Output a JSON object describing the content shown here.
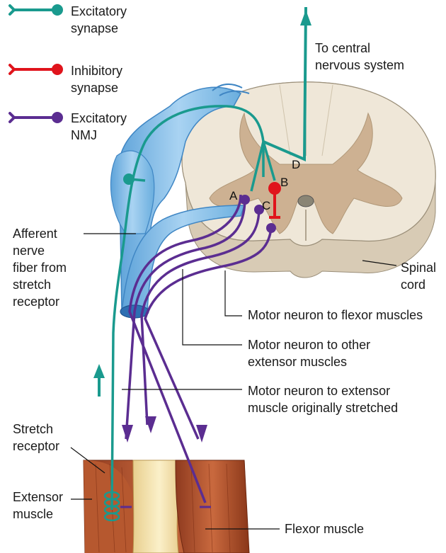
{
  "legend": {
    "excitatory_synapse": "Excitatory\nsynapse",
    "inhibitory_synapse": "Inhibitory\nsynapse",
    "excitatory_nmj": "Excitatory\nNMJ"
  },
  "labels": {
    "to_cns": "To central\nnervous system",
    "afferent": "Afferent\nnerve\nfiber from\nstretch\nreceptor",
    "spinal_cord": "Spinal\ncord",
    "motor_flexor": "Motor neuron to flexor muscles",
    "motor_other_extensor": "Motor neuron to other\nextensor muscles",
    "motor_extensor": "Motor neuron to extensor\nmuscle originally stretched",
    "stretch_receptor": "Stretch\nreceptor",
    "extensor_muscle": "Extensor\nmuscle",
    "flexor_muscle": "Flexor muscle"
  },
  "points": {
    "a": "A",
    "b": "B",
    "c": "C",
    "d": "D"
  },
  "colors": {
    "excitatory": "#1a9a8e",
    "inhibitory": "#e0141c",
    "nmj": "#5b2d91",
    "nerve": "#8fc3ea",
    "white_matter": "#ede4d3",
    "gray_matter": "#cdb192",
    "muscle": "#b95b35",
    "tendon": "#f0dda6"
  }
}
